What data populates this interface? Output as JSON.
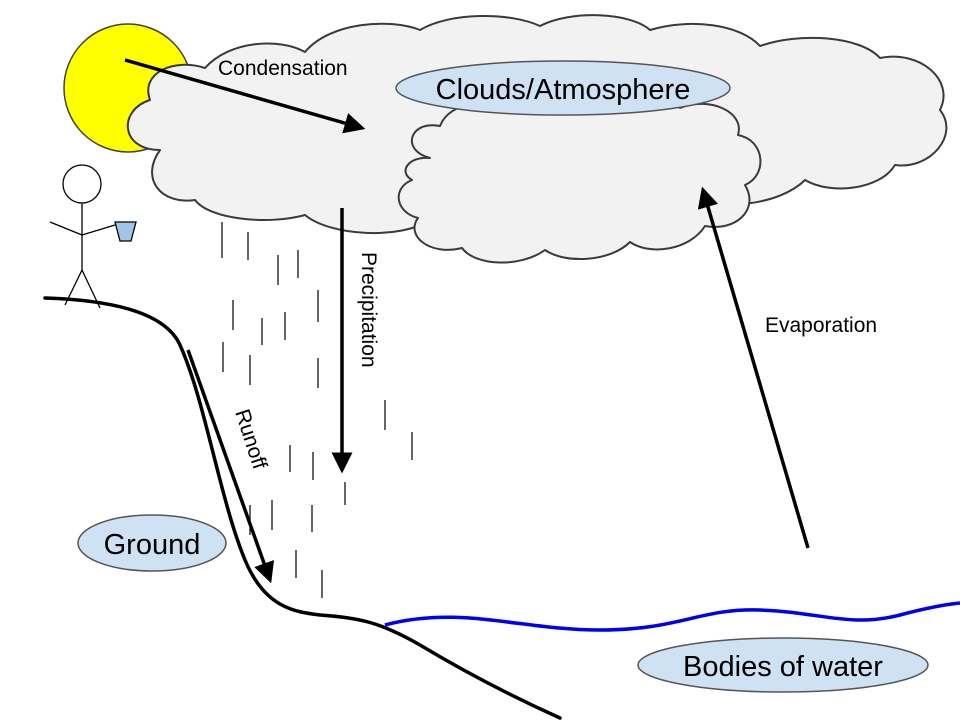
{
  "labels": {
    "clouds": "Clouds/Atmosphere",
    "ground": "Ground",
    "water": "Bodies of water"
  },
  "processes": {
    "condensation": "Condensation",
    "precipitation": "Precipitation",
    "runoff": "Runoff",
    "evaporation": "Evaporation"
  },
  "colors": {
    "sun": "#ffff00",
    "cloud_fill": "#f2f2f2",
    "label_bubble": "#cfe2f3",
    "water_line": "#0000ee",
    "bucket": "#9fc5e8"
  },
  "icons": [
    "sun-icon",
    "cloud-icon",
    "stick-figure-icon",
    "bucket-icon",
    "rain-icon"
  ]
}
